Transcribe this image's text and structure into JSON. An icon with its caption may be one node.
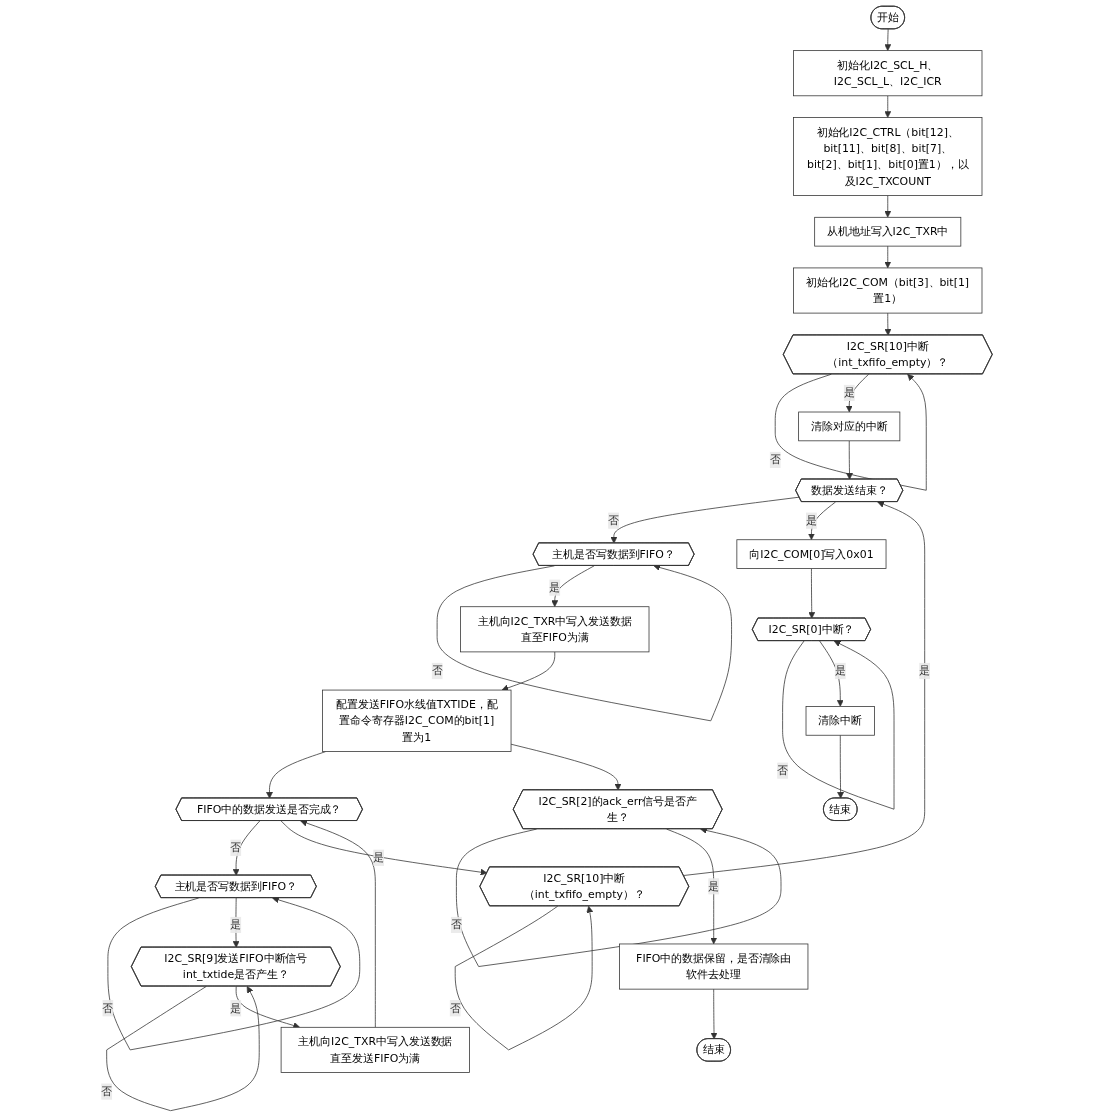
{
  "diagram": {
    "nodes": [
      {
        "text": [
          "开始"
        ]
      },
      {
        "text": [
          "初始化I2C_SCL_H、I2C_SCL_L、I2C_ICR"
        ]
      },
      {
        "text": [
          "初始化I2C_CTRL（bit[12]、bit[11]、bit[8]、bit[7]、bit[2]、bit[1]、bit[0]置1），以及I2C_TXCOUNT"
        ]
      },
      {
        "text": [
          "从机地址写入I2C_TXR中"
        ]
      },
      {
        "text": [
          "初始化I2C_COM（bit[3]、bit[1]置1）"
        ]
      },
      {
        "text": [
          "I2C_SR[10]中断（int_txfifo_empty）？"
        ]
      },
      {
        "text": [
          "清除对应的中断"
        ]
      },
      {
        "text": [
          "数据发送结束？"
        ]
      },
      {
        "text": [
          "主机是否写数据到FIFO？"
        ]
      },
      {
        "text": [
          "主机向I2C_TXR中写入发送数据直至FIFO为满"
        ]
      },
      {
        "text": [
          "配置发送FIFO水线值TXTIDE，配置命令寄存器I2C_COM的bit[1]置为1"
        ]
      },
      {
        "text": [
          "向I2C_COM[0]写入0x01"
        ]
      },
      {
        "text": [
          "I2C_SR[0]中断？"
        ]
      },
      {
        "text": [
          "清除中断"
        ]
      },
      {
        "text": [
          "结束"
        ]
      },
      {
        "text": [
          "主机是否写数据到FIFO？"
        ]
      },
      {
        "text": [
          "FIFO中的数据发送是否完成？"
        ]
      },
      {
        "text": [
          "I2C_SR[2]的ack_err信号是否产生？"
        ]
      },
      {
        "text": [
          "I2C_SR[9]发送FIFO中断信号int_txtide是否产生？"
        ]
      },
      {
        "text": [
          "I2C_SR[10]中断（int_txfifo_empty）？"
        ]
      },
      {
        "text": [
          "主机向I2C_TXR中写入发送数据直至发送FIFO为满"
        ]
      },
      {
        "text": [
          "FIFO中的数据保留，是否清除由软件去处理"
        ]
      },
      {
        "text": [
          "结束"
        ]
      }
    ],
    "edges": [
      {
        "from": 0,
        "to": 1,
        "arrow": "to"
      },
      {
        "from": 1,
        "to": 2,
        "arrow": "to"
      },
      {
        "from": 2,
        "to": 3,
        "arrow": "to"
      },
      {
        "from": 3,
        "to": 4,
        "arrow": "to"
      },
      {
        "from": 4,
        "to": 5,
        "arrow": "to"
      },
      {
        "from": 5,
        "to": 5,
        "arrow": "to",
        "label": "否"
      },
      {
        "from": 5,
        "to": 6,
        "arrow": "to",
        "label": "是"
      },
      {
        "from": 6,
        "to": 7,
        "arrow": "to"
      },
      {
        "from": 7,
        "to": 8,
        "arrow": "to",
        "label": "否"
      },
      {
        "from": 8,
        "to": 8,
        "arrow": "to",
        "label": "否"
      },
      {
        "from": 8,
        "to": 9,
        "arrow": "to",
        "label": "是"
      },
      {
        "from": 9,
        "to": 10,
        "arrow": "to"
      },
      {
        "from": 7,
        "to": 11,
        "arrow": "to",
        "label": "是"
      },
      {
        "from": 11,
        "to": 12,
        "arrow": "to"
      },
      {
        "from": 12,
        "to": 12,
        "arrow": "to",
        "label": "否"
      },
      {
        "from": 12,
        "to": 13,
        "arrow": "to",
        "label": "是"
      },
      {
        "from": 13,
        "to": 14,
        "arrow": "to"
      },
      {
        "from": 10,
        "to": 16,
        "arrow": "to"
      },
      {
        "from": 10,
        "to": 17,
        "arrow": "to"
      },
      {
        "from": 16,
        "to": 15,
        "arrow": "to",
        "label": "否"
      },
      {
        "from": 15,
        "to": 15,
        "arrow": "to",
        "label": "否"
      },
      {
        "from": 15,
        "to": 18,
        "arrow": "to",
        "label": "是"
      },
      {
        "from": 18,
        "to": 18,
        "arrow": "to",
        "label": "否"
      },
      {
        "from": 18,
        "to": 20,
        "arrow": "to",
        "label": "是"
      },
      {
        "from": 20,
        "to": 16,
        "arrow": "to"
      },
      {
        "from": 16,
        "to": 19,
        "arrow": "to",
        "label": "是"
      },
      {
        "from": 19,
        "to": 19,
        "arrow": "to",
        "label": "否"
      },
      {
        "from": 19,
        "to": 7,
        "arrow": "to",
        "label": "是"
      },
      {
        "from": 17,
        "to": 17,
        "arrow": "to",
        "label": "否"
      },
      {
        "from": 17,
        "to": 21,
        "arrow": "to",
        "label": "是"
      },
      {
        "from": 21,
        "to": 22,
        "arrow": "to"
      }
    ]
  }
}
